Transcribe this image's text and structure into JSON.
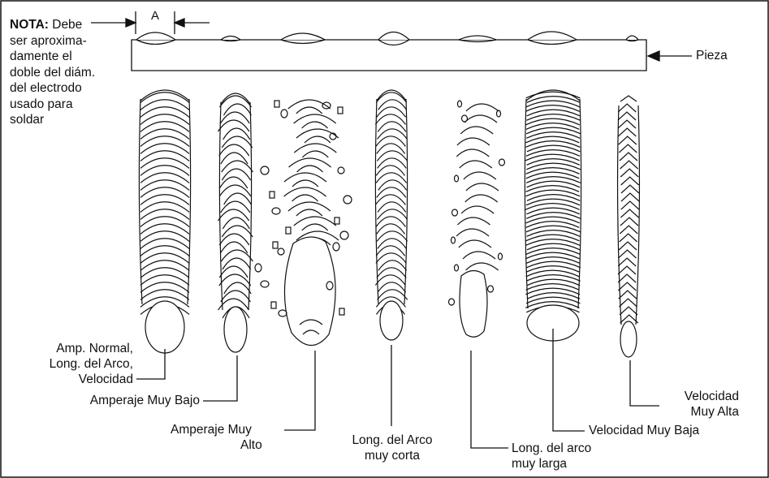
{
  "note": {
    "bold": "NOTA:",
    "line1_rest": " Debe",
    "lines": [
      "ser aproxima-",
      "damente el",
      "doble del diám.",
      "del electrodo",
      "usado para",
      "soldar"
    ]
  },
  "dimension_label": "A",
  "piece_label": "Pieza",
  "labels": {
    "normal": [
      "Amp. Normal,",
      "Long. del Arco,",
      "Velocidad"
    ],
    "amp_low": [
      "Amperaje Muy Bajo"
    ],
    "amp_high": [
      "Amperaje Muy",
      "Alto"
    ],
    "arc_short": [
      "Long. del Arco",
      "muy corta"
    ],
    "arc_long": [
      "Long. del arco",
      "muy larga"
    ],
    "speed_low": [
      "Velocidad Muy Baja"
    ],
    "speed_high": [
      "Velocidad",
      "Muy Alta"
    ]
  },
  "colors": {
    "line": "#111111",
    "background": "#ffffff"
  }
}
